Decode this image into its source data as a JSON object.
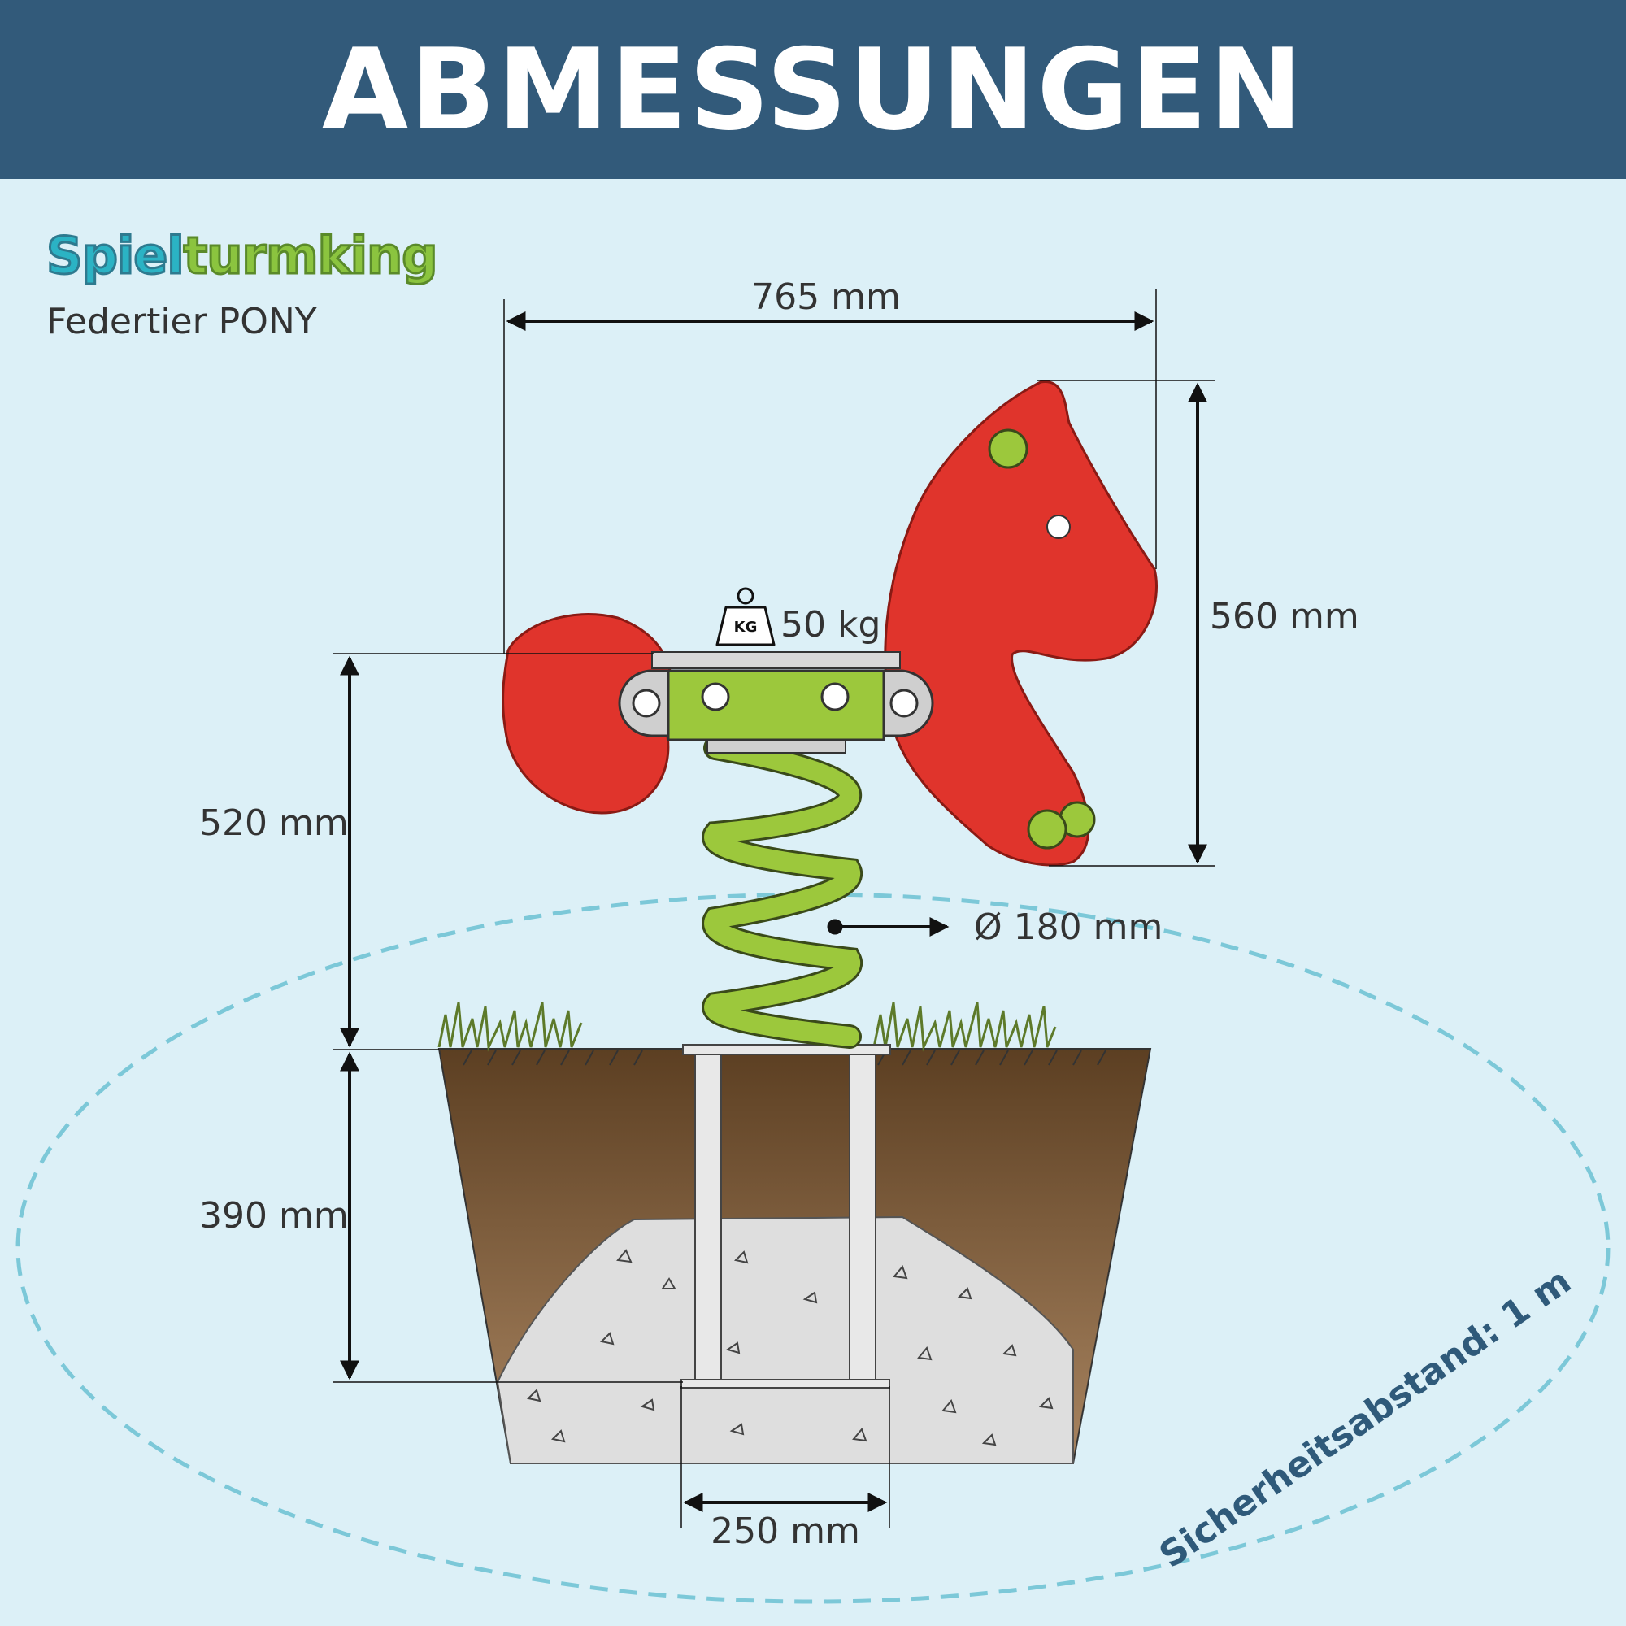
{
  "header": {
    "title": "ABMESSUNGEN"
  },
  "brand": {
    "logo_part1": "Spiel",
    "logo_part2": "turm",
    "logo_part3": "king",
    "product": "Federtier PONY"
  },
  "dimensions": {
    "width": "765 mm",
    "body_height": "560 mm",
    "seat_height": "520 mm",
    "spring_diameter": "Ø 180 mm",
    "depth": "390 mm",
    "base_width": "250 mm",
    "max_load": "50 kg"
  },
  "weight_icon": {
    "label": "KG"
  },
  "safety": {
    "text": "Sicherheitsabstand: 1 m"
  },
  "colors": {
    "header_bg": "#325a7a",
    "background": "#dcf0f7",
    "pony_red": "#e0342c",
    "spring_green": "#9cc83c",
    "soil": "#7a5a3a",
    "concrete": "#dedede",
    "safety_line": "#7cc8d8"
  }
}
